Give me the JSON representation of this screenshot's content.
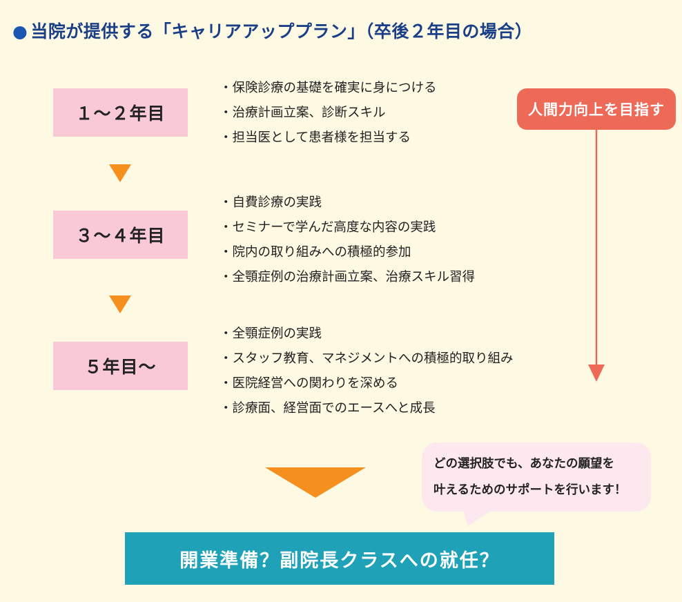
{
  "title": "当院が提供する「キャリアアッププラン」（卒後２年目の場合）",
  "title_bullet": "●",
  "stages": [
    {
      "label": "１～２年目",
      "items": [
        "・保険診療の基礎を確実に身につける",
        "・治療計画立案、診断スキル",
        "・担当医として患者様を担当する"
      ]
    },
    {
      "label": "３～４年目",
      "items": [
        "・自費診療の実践",
        "・セミナーで学んだ高度な内容の実践",
        "・院内の取り組みへの積極的参加",
        "・全顎症例の治療計画立案、治療スキル習得"
      ]
    },
    {
      "label": "５年目～",
      "items": [
        "・全顎症例の実践",
        "・スタッフ教育、マネジメントへの積極的取り組み",
        "・医院経営への関わりを深める",
        "・診療面、経営面でのエースへと成長"
      ]
    }
  ],
  "side_badge": "人間力向上を目指す",
  "bubble": {
    "line1": "どの選択肢でも、あなたの願望を",
    "line2": "叶えるためのサポートを行います！"
  },
  "goal": "開業準備？副院長クラスへの就任？",
  "colors": {
    "background": "#fdf9e3",
    "title": "#1a3f86",
    "stage_box": "#f9c9d8",
    "arrow_orange": "#f5901e",
    "badge": "#ee6a58",
    "bubble": "#fde8ef",
    "goal_box": "#1fa2b8"
  }
}
